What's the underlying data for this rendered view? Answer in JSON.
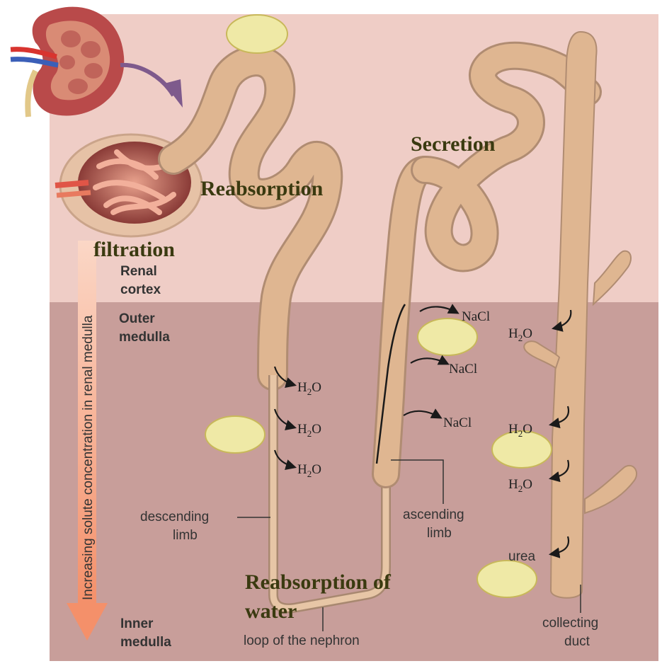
{
  "regions": {
    "cortex": "Renal cortex",
    "outer": "Outer medulla",
    "inner": "Inner medulla",
    "cortex_l1": "Renal",
    "cortex_l2": "cortex",
    "outer_l1": "Outer",
    "outer_l2": "medulla",
    "inner_l1": "Inner",
    "inner_l2": "medulla"
  },
  "gradient_label": "Increasing solute concentration in renal medulla",
  "processes": {
    "filtration": "filtration",
    "reabsorption": "Reabsorption",
    "secretion": "Secretion",
    "water_l1": "Reabsorption of",
    "water_l2": "water"
  },
  "parts": {
    "descending_l1": "descending",
    "descending_l2": "limb",
    "ascending_l1": "ascending",
    "ascending_l2": "limb",
    "loop": "loop of the nephron",
    "collecting_l1": "collecting",
    "collecting_l2": "duct"
  },
  "substances": {
    "h2o_main": "H",
    "h2o_sub": "2",
    "h2o_end": "O",
    "nacl": "NaCl",
    "urea": "urea"
  },
  "colors": {
    "cortex_bg": "#efcdc6",
    "medulla_bg": "#c89e9a",
    "tubule": "#dfb691",
    "placeholder": "#efe9a6",
    "arrow": "#f4a27c",
    "process_text": "#3a3a10"
  }
}
